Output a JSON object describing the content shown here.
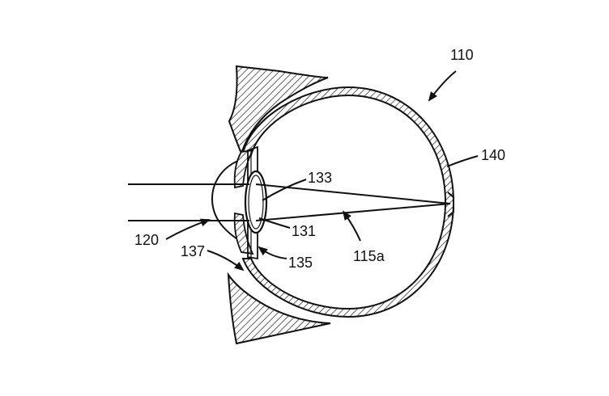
{
  "labels": {
    "eye": "110",
    "cornea": "120",
    "lens": "131",
    "lens_top": "133",
    "ciliary": "135",
    "iris": "137",
    "retina": "140",
    "ray": "115a"
  },
  "colors": {
    "line": "#111111",
    "background": "#ffffff"
  }
}
